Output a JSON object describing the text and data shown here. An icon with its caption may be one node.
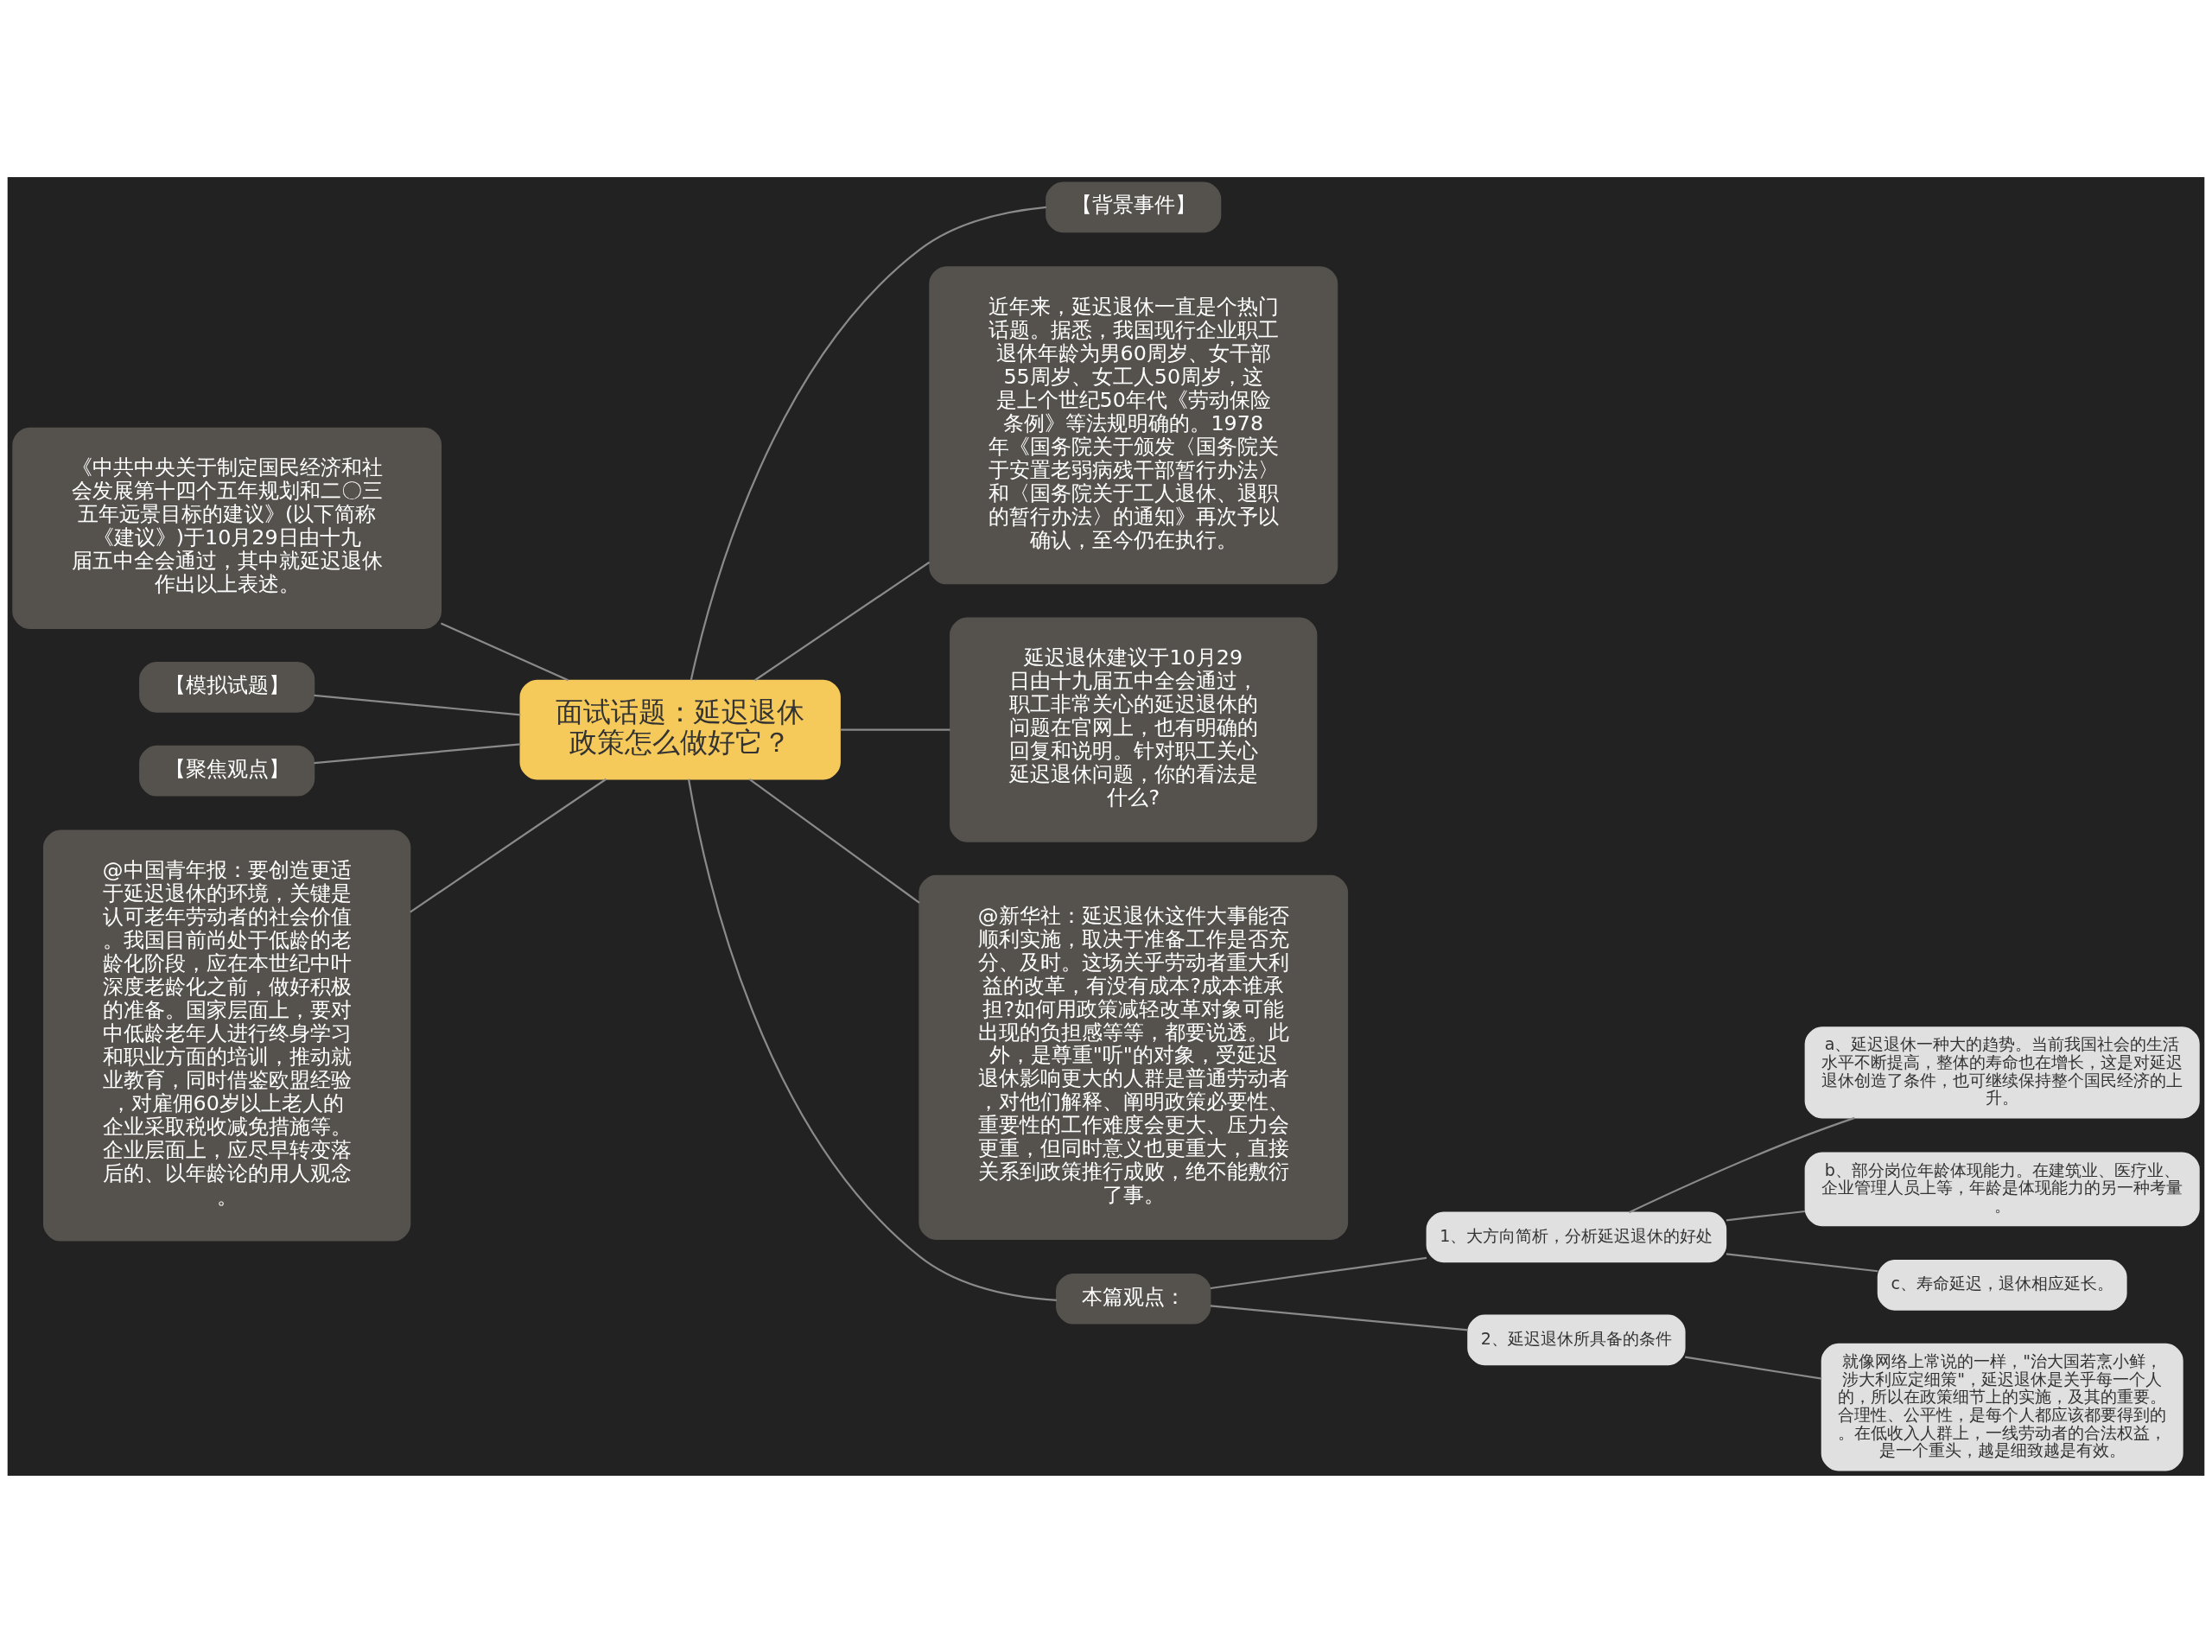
{
  "diagram": {
    "nodes": [
      {
        "text": [
          "面试话题：延迟退休政策怎么做好它？"
        ]
      },
      {
        "text": [
          "【背景事件】"
        ]
      },
      {
        "text": [
          "近年来，延迟退休一直是个热门话题。据悉，我国现行企业职工退休年龄为男60周岁、女干部55周岁、女工人50周岁，这是上个世纪50年代《劳动保险条例》等法规明确的。1978年《国务院关于颁发〈国务院关于安置老弱病残干部暂行办法〉和〈国务院关于工人退休、退职的暂行办法〉的通知》再次予以确认，至今仍在执行。"
        ]
      },
      {
        "text": [
          "《中共中央关于制定国民经济和社会发展第十四个五年规划和二〇三五年远景目标的建议》(以下简称《建议》)于10月29日由十九届五中全会通过，其中就延迟退休作出以上表述。"
        ]
      },
      {
        "text": [
          "延迟退休建议于10月29日由十九届五中全会通过，职工非常关心的延迟退休的问题在官网上，也有明确的回复和说明。针对职工关心延迟退休问题，你的看法是什么?"
        ]
      },
      {
        "text": [
          "【模拟试题】"
        ]
      },
      {
        "text": [
          "【聚焦观点】"
        ]
      },
      {
        "text": [
          "@新华社：延迟退休这件大事能否顺利实施，取决于准备工作是否充分、及时。这场关乎劳动者重大利益的改革，有没有成本?成本谁承担?如何用政策减轻改革对象可能出现的负担感等等，都要说透。此外，是尊重\"听\"的对象，受延迟退休影响更大的人群是普通劳动者，对他们解释、阐明政策必要性、重要性的工作难度会更大、压力会更重，但同时意义也更重大，直接关系到政策推行成败，绝不能敷衍了事。"
        ]
      },
      {
        "text": [
          "@中国青年报：要创造更适于延迟退休的环境，关键是认可老年劳动者的社会价值。我国目前尚处于低龄的老龄化阶段，应在本世纪中叶深度老龄化之前，做好积极的准备。国家层面上，要对中低龄老年人进行终身学习和职业方面的培训，推动就业教育，同时借鉴欧盟经验，对雇佣60岁以上老人的企业采取税收减免措施等。企业层面上，应尽早转变落后的、以年龄论的用人观念。"
        ]
      },
      {
        "text": [
          "本篇观点："
        ]
      },
      {
        "text": [
          "1、大方向简析，分析延迟退休的好处"
        ]
      },
      {
        "text": [
          "a、延迟退休一种大的趋势。当前我国社会的生活水平不断提高，整体的寿命也在增长，这是对延迟退休创造了条件，也可继续保持整个国民经济的上升。"
        ]
      },
      {
        "text": [
          "b、部分岗位年龄体现能力。在建筑业、医疗业、企业管理人员上等，年龄是体现能力的另一种考量。"
        ]
      },
      {
        "text": [
          "c、寿命延迟，退休相应延长。"
        ]
      },
      {
        "text": [
          "2、延迟退休所具备的条件"
        ]
      },
      {
        "text": [
          "就像网络上常说的一样，\"治大国若烹小鲜，涉大利应定细策\"，延迟退休是关乎每一个人的，所以在政策细节上的实施，及其的重要。合理性、公平性，是每个人都应该都要得到的。在低收入人群上，一线劳动者的合法权益，是一个重头，越是细致越是有效。"
        ]
      }
    ],
    "edges": [
      {
        "from": 0,
        "to": 1,
        "arrow": "none"
      },
      {
        "from": 0,
        "to": 2,
        "arrow": "none"
      },
      {
        "from": 0,
        "to": 3,
        "arrow": "none"
      },
      {
        "from": 0,
        "to": 4,
        "arrow": "none"
      },
      {
        "from": 0,
        "to": 5,
        "arrow": "none"
      },
      {
        "from": 0,
        "to": 6,
        "arrow": "none"
      },
      {
        "from": 0,
        "to": 7,
        "arrow": "none"
      },
      {
        "from": 0,
        "to": 8,
        "arrow": "none"
      },
      {
        "from": 0,
        "to": 9,
        "arrow": "none"
      },
      {
        "from": 9,
        "to": 10,
        "arrow": "none"
      },
      {
        "from": 10,
        "to": 11,
        "arrow": "none"
      },
      {
        "from": 10,
        "to": 12,
        "arrow": "none"
      },
      {
        "from": 10,
        "to": 13,
        "arrow": "none"
      },
      {
        "from": 9,
        "to": 14,
        "arrow": "none"
      },
      {
        "from": 14,
        "to": 15,
        "arrow": "none"
      }
    ]
  }
}
